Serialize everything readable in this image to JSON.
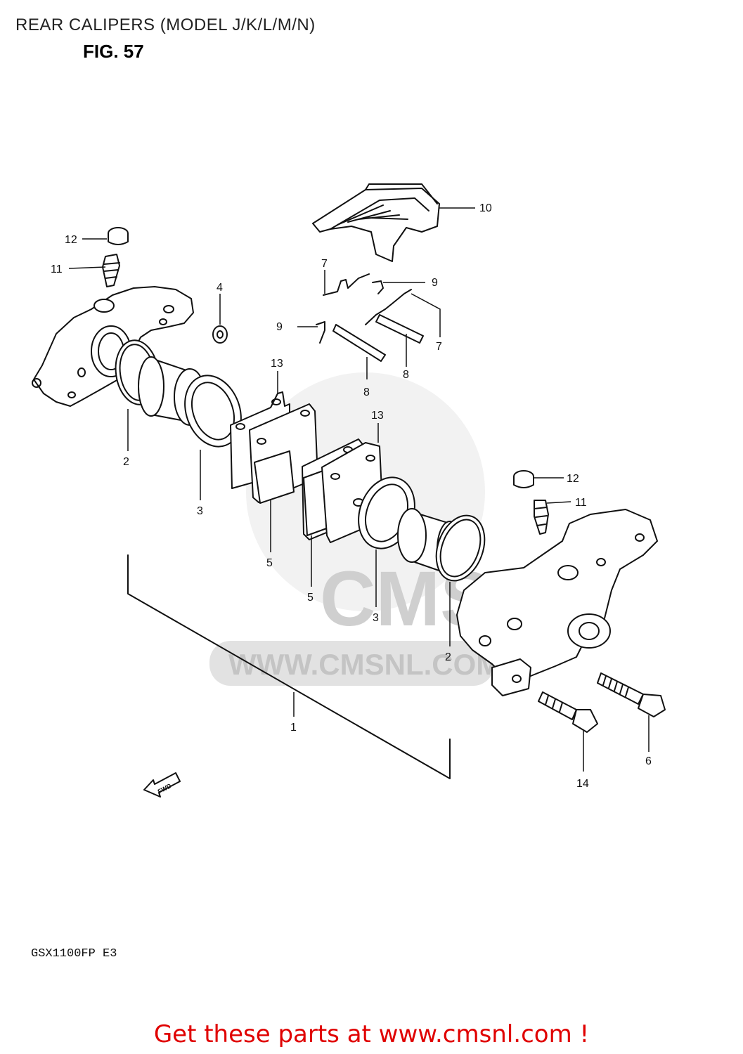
{
  "title": "REAR CALIPERS (MODEL J/K/L/M/N)",
  "figure": "FIG. 57",
  "model_code": "GSX1100FP  E3",
  "fwd_label": "FWD",
  "watermark": {
    "url_text": "WWW.CMSNL.COM",
    "logo_text": "CMS"
  },
  "callouts": {
    "c1": "1",
    "c2a": "2",
    "c2b": "2",
    "c3a": "3",
    "c3b": "3",
    "c4": "4",
    "c5a": "5",
    "c5b": "5",
    "c6": "6",
    "c7a": "7",
    "c7b": "7",
    "c8a": "8",
    "c8b": "8",
    "c9a": "9",
    "c9b": "9",
    "c10": "10",
    "c11a": "11",
    "c11b": "11",
    "c12a": "12",
    "c12b": "12",
    "c13a": "13",
    "c13b": "13",
    "c14": "14"
  },
  "footer_cta": "Get these parts at www.cmsnl.com !"
}
